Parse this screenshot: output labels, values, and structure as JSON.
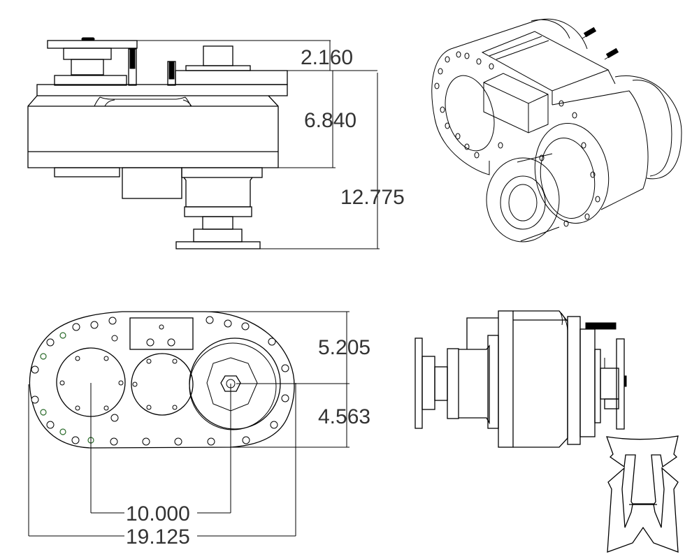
{
  "drawing": {
    "views": [
      "top-view",
      "isometric-view",
      "front-view",
      "side-view"
    ],
    "dimensions": {
      "top_view": {
        "height_upper": "2.160",
        "height_body": "6.840",
        "height_total": "12.775"
      },
      "front_view": {
        "height_upper": "5.205",
        "height_lower": "4.563",
        "center_distance": "10.000",
        "overall_width": "19.125"
      }
    },
    "logo": {
      "letters": "TW"
    },
    "colors": {
      "line": "#000000",
      "dimension_text": "#333333",
      "bolt_accent": "#2a6a2a",
      "background": "#ffffff"
    }
  }
}
